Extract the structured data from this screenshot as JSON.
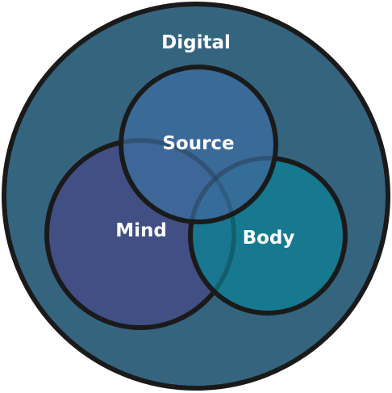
{
  "diagram": {
    "outer_label": "Digital",
    "circles": [
      {
        "id": "source",
        "label": "Source"
      },
      {
        "id": "mind",
        "label": "Mind"
      },
      {
        "id": "body",
        "label": "Body"
      }
    ]
  },
  "colors": {
    "outer_fill": "#35647f",
    "outline": "#1a1a1a",
    "source_fill": "#3b6b9b",
    "mind_fill": "#434d84",
    "body_fill": "#107c92",
    "label_text": "#ffffff"
  }
}
